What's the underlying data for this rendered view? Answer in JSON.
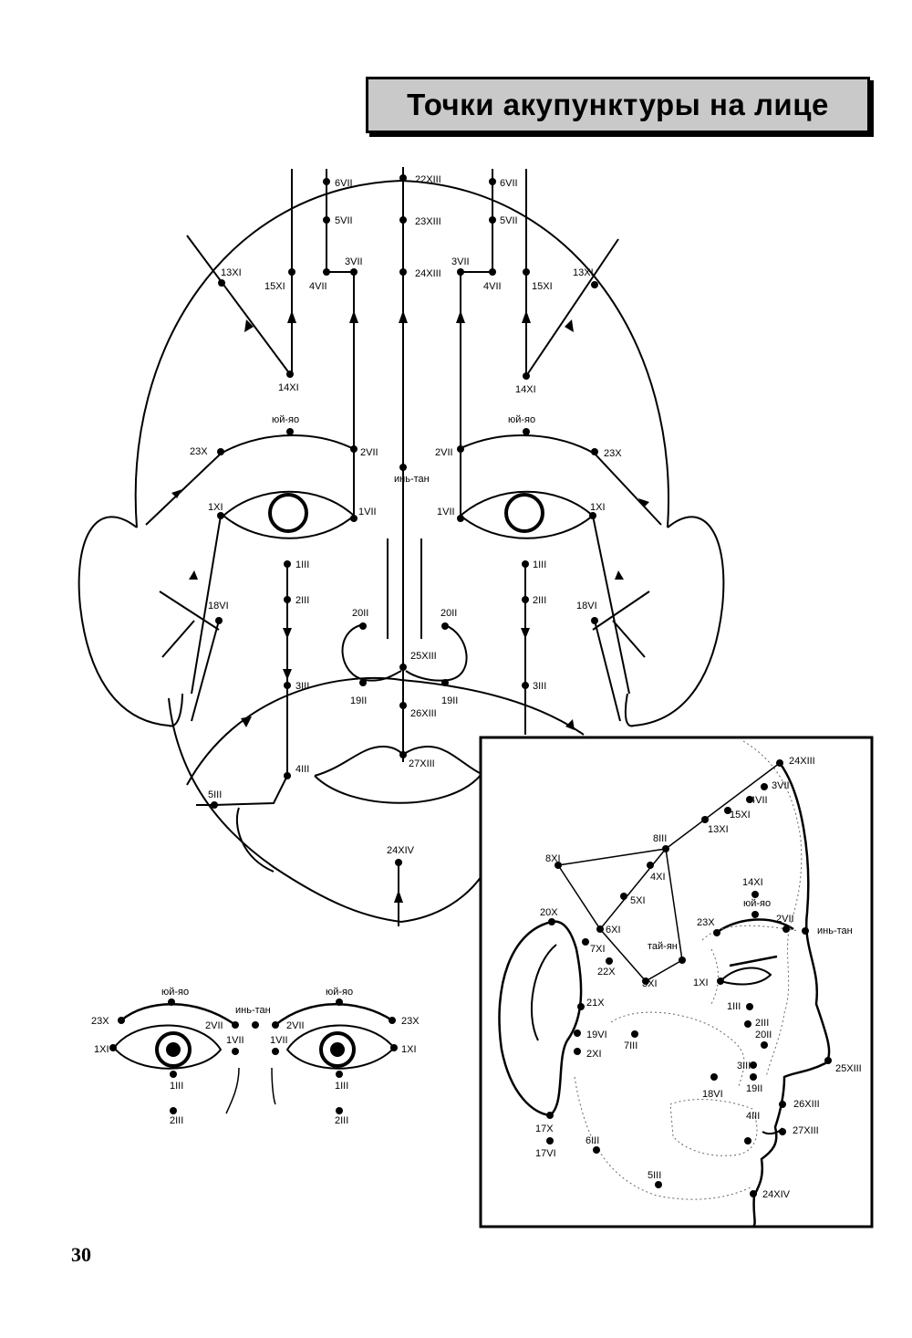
{
  "title": "Точки акупунктуры на лице",
  "page_number": "30",
  "front_points": {
    "midline": [
      "22XIII",
      "23XIII",
      "24XIII",
      "инь-тан",
      "25XIII",
      "26XIII",
      "27XIII",
      "24XIV"
    ],
    "left_forehead": [
      "6VII",
      "5VII",
      "4VII",
      "3VII",
      "15XI",
      "13XI",
      "14XI"
    ],
    "right_forehead": [
      "6VII",
      "5VII",
      "4VII",
      "3VII",
      "15XI",
      "13XI",
      "14XI"
    ],
    "left_eye": [
      "юй-яо",
      "23X",
      "2VII",
      "1XI",
      "1VII",
      "18VI"
    ],
    "right_eye": [
      "юй-яо",
      "23X",
      "2VII",
      "1XI",
      "1VII",
      "18VI"
    ],
    "left_cheek": [
      "1III",
      "2III",
      "3III",
      "4III",
      "5III",
      "20II",
      "19II"
    ],
    "right_cheek": [
      "1III",
      "2III",
      "3III",
      "20II",
      "19II"
    ]
  },
  "eyes_detail": [
    "юй-яо",
    "23X",
    "2VII",
    "1XI",
    "1VII",
    "1III",
    "2III",
    "инь-тан",
    "юй-яо",
    "2VII",
    "23X",
    "1VII",
    "1XI",
    "1III",
    "2III"
  ],
  "profile_points": [
    "24XIII",
    "3VII",
    "4VII",
    "15XI",
    "13XI",
    "8III",
    "8XI",
    "4XI",
    "5XI",
    "6XI",
    "7XI",
    "22X",
    "3XI",
    "тай-ян",
    "14XI",
    "юй-яо",
    "23X",
    "2VII",
    "инь-тан",
    "20X",
    "1XI",
    "21X",
    "19VI",
    "2XI",
    "7III",
    "1III",
    "2III",
    "20II",
    "3III",
    "19II",
    "18VI",
    "25XIII",
    "26XIII",
    "4III",
    "27XIII",
    "17X",
    "17VI",
    "6III",
    "5III",
    "24XIV"
  ]
}
